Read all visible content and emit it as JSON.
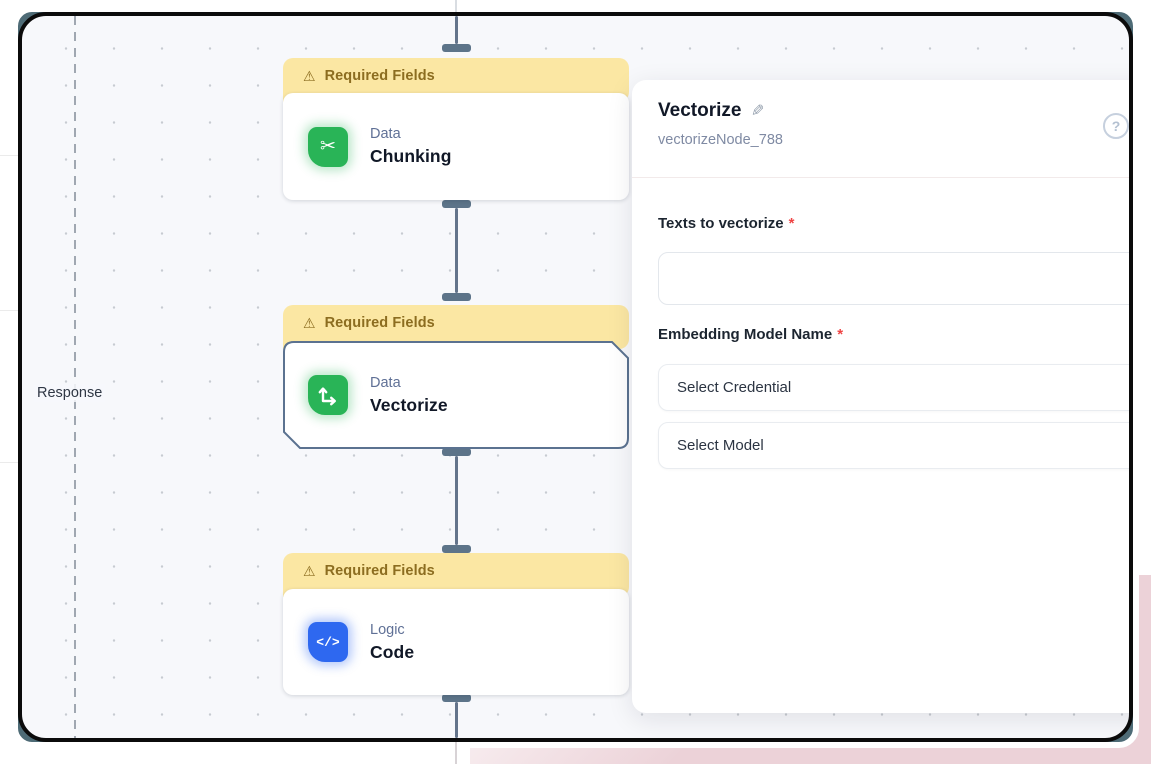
{
  "canvas": {
    "response_label": "Response",
    "nodes": [
      {
        "banner": "Required Fields",
        "warning_icon": "⚠",
        "category": "Data",
        "title": "Chunking",
        "icon": "scissors-icon",
        "selected": false
      },
      {
        "banner": "Required Fields",
        "warning_icon": "⚠",
        "category": "Data",
        "title": "Vectorize",
        "icon": "axes-icon",
        "selected": true
      },
      {
        "banner": "Required Fields",
        "warning_icon": "⚠",
        "category": "Logic",
        "title": "Code",
        "icon": "code-icon",
        "selected": false
      }
    ],
    "code_icon_glyph": "</>",
    "scissors_glyph": "✂"
  },
  "panel": {
    "title": "Vectorize",
    "edit_icon": "✎",
    "node_id": "vectorizeNode_788",
    "help_icon": "?",
    "required_marker": "*",
    "fields": {
      "texts_label": "Texts to vectorize",
      "texts_value": "",
      "embedding_label": "Embedding Model Name",
      "credential_value": "Select Credential",
      "model_value": "Select Model"
    }
  },
  "colors": {
    "data_icon": "#29b457",
    "logic_icon": "#2e68f0",
    "banner_bg": "#fbe7a3",
    "banner_text": "#8c6d20",
    "edge": "#64748b",
    "selected_border": "#5b7290",
    "required": "#ef4444"
  }
}
